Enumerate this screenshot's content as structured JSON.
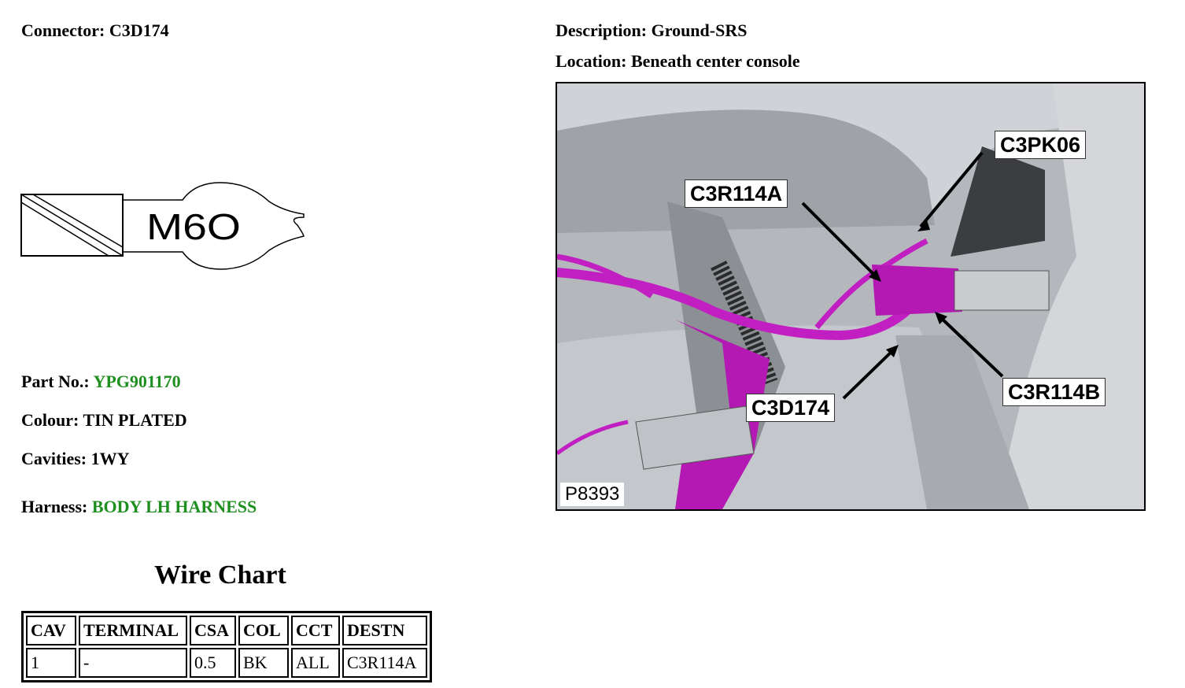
{
  "connector": {
    "label": "Connector:",
    "value": "C3D174"
  },
  "description": {
    "label": "Description:",
    "value": "Ground-SRS"
  },
  "location": {
    "label": "Location:",
    "value": "Beneath center console"
  },
  "terminal_marking": "M6O",
  "part_no": {
    "label": "Part No.:",
    "value": "YPG901170"
  },
  "colour": {
    "label": "Colour:",
    "value": "TIN PLATED"
  },
  "cavities": {
    "label": "Cavities:",
    "value": "1WY"
  },
  "harness": {
    "label": "Harness:",
    "value": "BODY LH HARNESS"
  },
  "wire_chart": {
    "title": "Wire Chart",
    "headers": [
      "CAV",
      "TERMINAL",
      "CSA",
      "COL",
      "CCT",
      "DESTN"
    ],
    "rows": [
      [
        "1",
        "-",
        "0.5",
        "BK",
        "ALL",
        "C3R114A"
      ]
    ]
  },
  "photo": {
    "id": "P8393",
    "callouts": [
      "C3PK06",
      "C3R114A",
      "C3R114B",
      "C3D174"
    ]
  },
  "colors": {
    "link": "#1f8f1f",
    "harness": "#c21fc2"
  }
}
